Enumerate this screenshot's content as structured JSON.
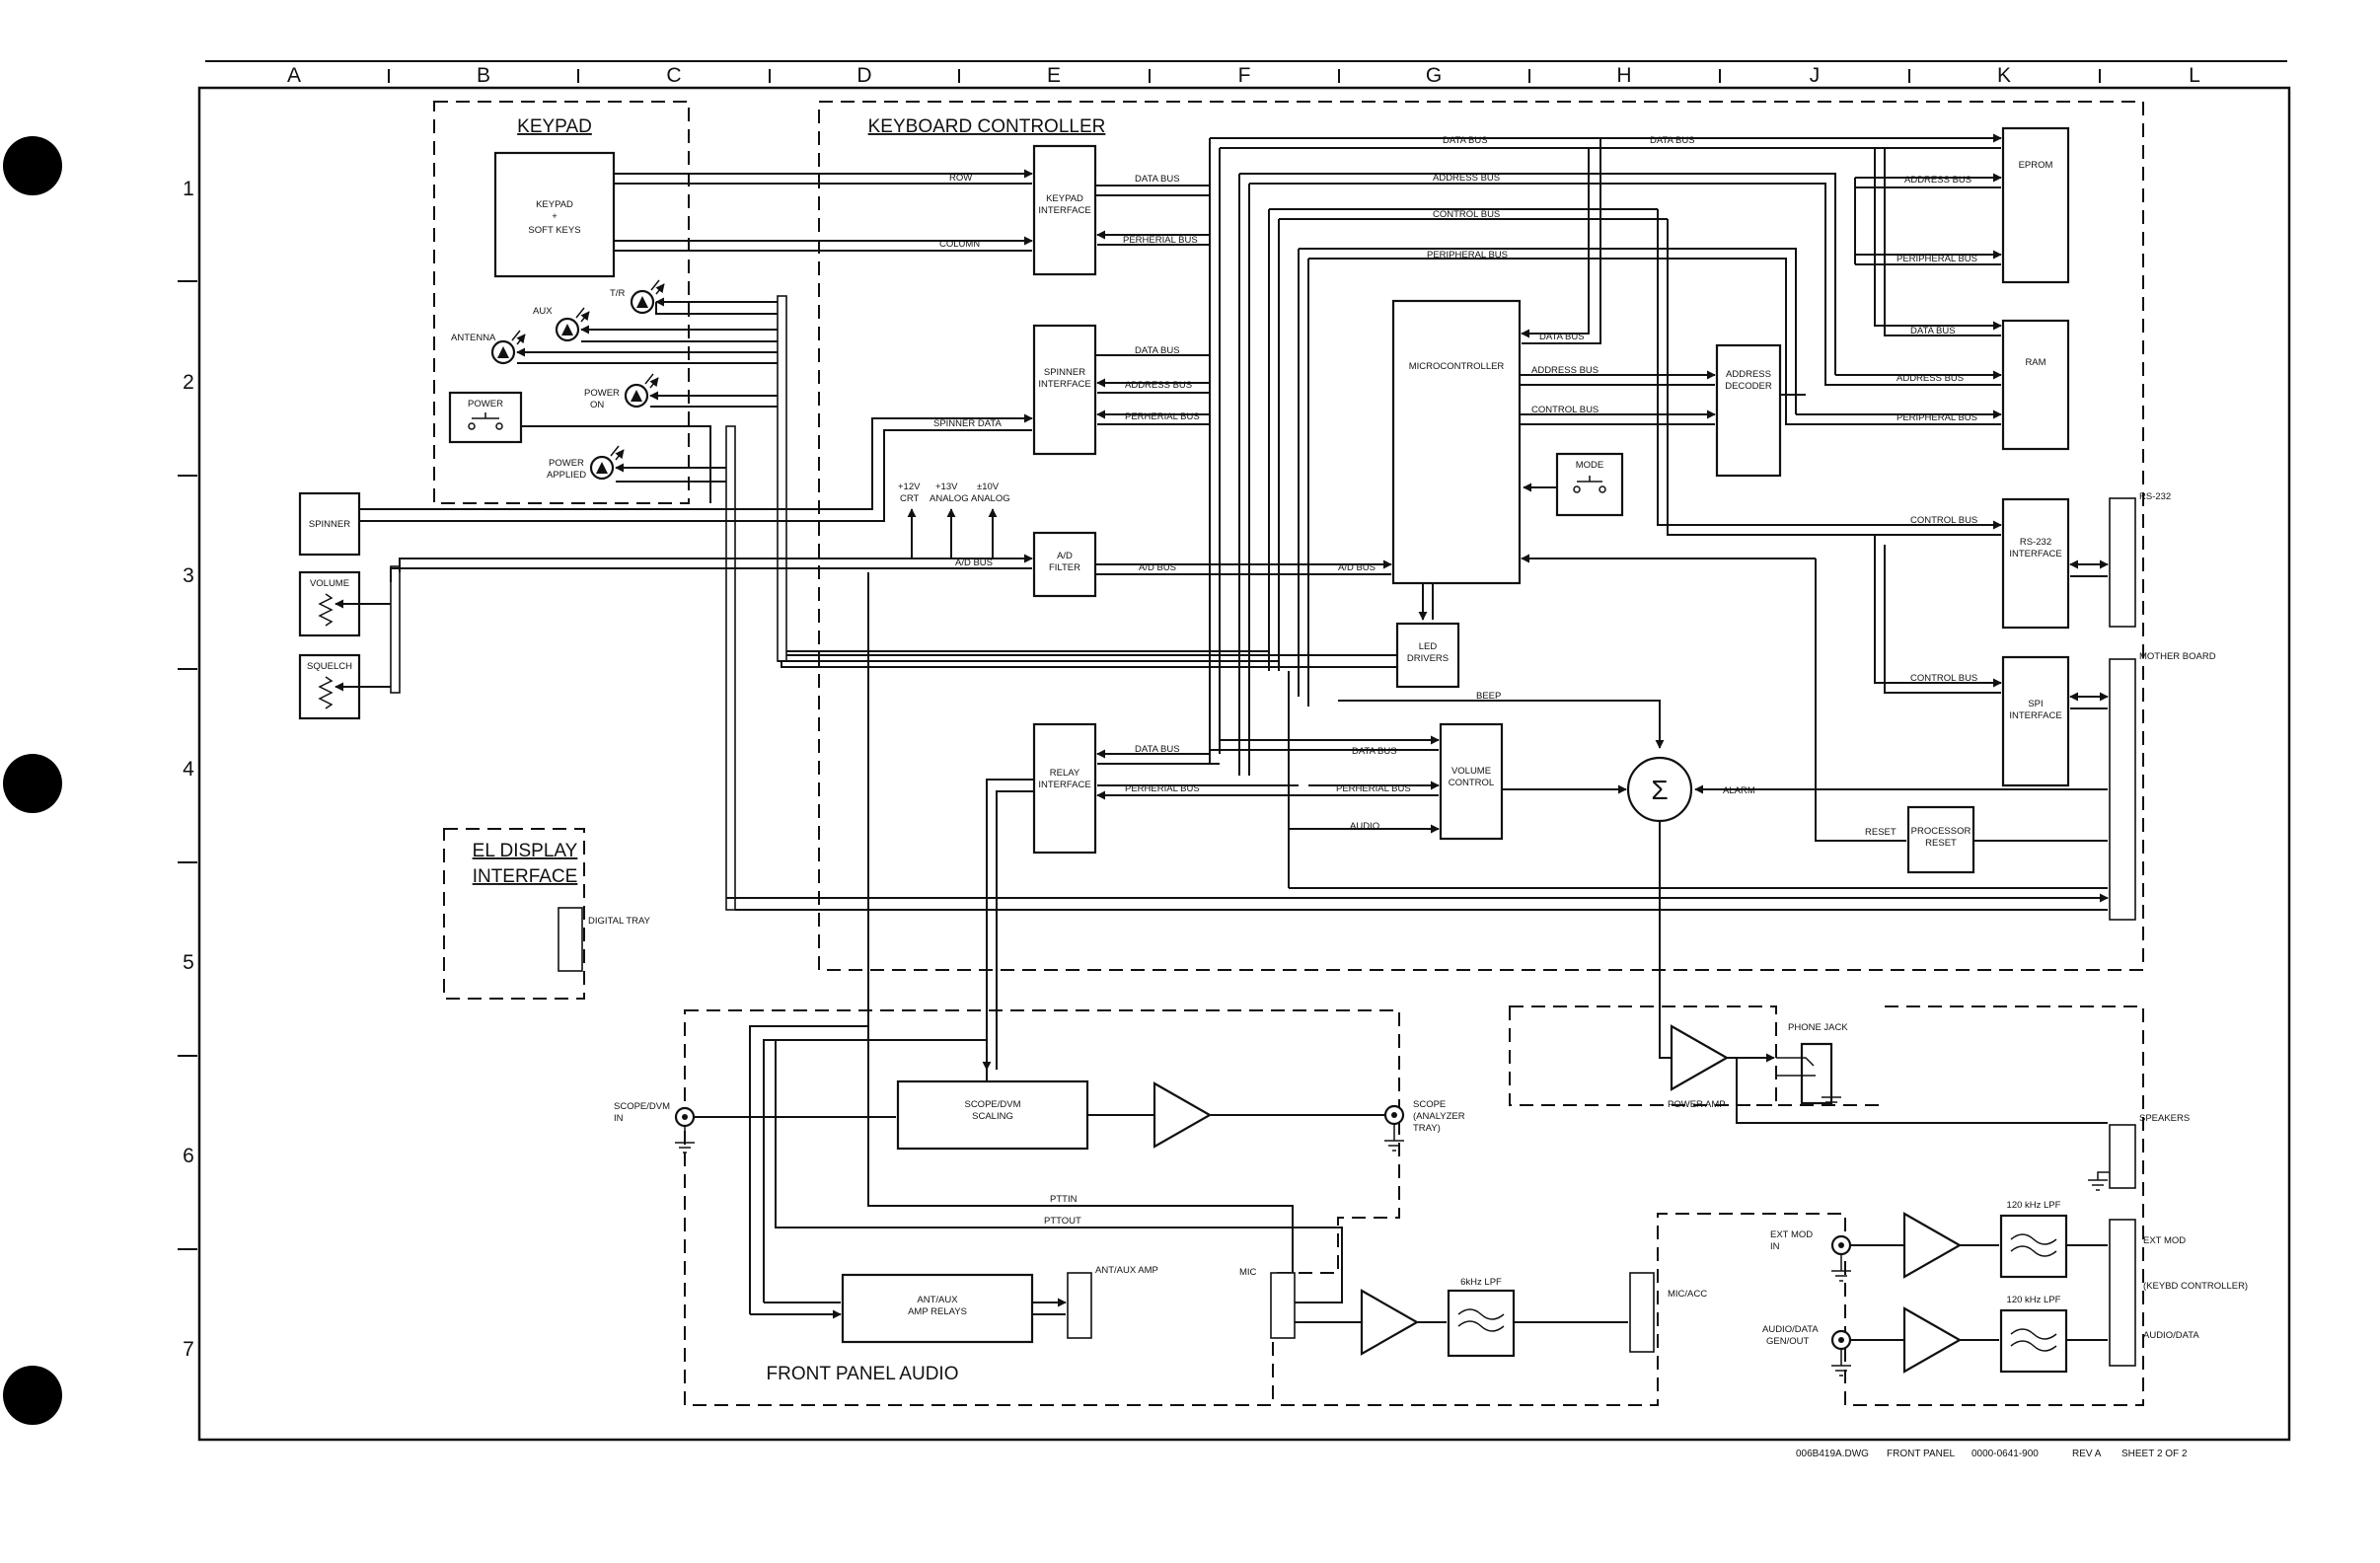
{
  "columns": [
    "A",
    "B",
    "C",
    "D",
    "E",
    "F",
    "G",
    "H",
    "J",
    "K",
    "L"
  ],
  "rows": [
    "1",
    "2",
    "3",
    "4",
    "5",
    "6",
    "7"
  ],
  "sections": {
    "keypad": "KEYPAD",
    "keyboard_controller": "KEYBOARD CONTROLLER",
    "el_display_1": "EL DISPLAY",
    "el_display_2": "INTERFACE",
    "front_panel_audio": "FRONT PANEL AUDIO"
  },
  "blocks": {
    "keypad_softkeys_1": "KEYPAD",
    "keypad_softkeys_2": "+",
    "keypad_softkeys_3": "SOFT KEYS",
    "keypad_interface_1": "KEYPAD",
    "keypad_interface_2": "INTERFACE",
    "spinner_interface_1": "SPINNER",
    "spinner_interface_2": "INTERFACE",
    "ad_filter_1": "A/D",
    "ad_filter_2": "FILTER",
    "relay_interface_1": "RELAY",
    "relay_interface_2": "INTERFACE",
    "microcontroller": "MICROCONTROLLER",
    "led_drivers_1": "LED",
    "led_drivers_2": "DRIVERS",
    "volume_control_1": "VOLUME",
    "volume_control_2": "CONTROL",
    "address_decoder_1": "ADDRESS",
    "address_decoder_2": "DECODER",
    "eprom": "EPROM",
    "ram": "RAM",
    "rs232_interface_1": "RS-232",
    "rs232_interface_2": "INTERFACE",
    "spi_interface_1": "SPI",
    "spi_interface_2": "INTERFACE",
    "processor_reset_1": "PROCESSOR",
    "processor_reset_2": "RESET",
    "mode": "MODE",
    "power_switch": "POWER",
    "spinner": "SPINNER",
    "volume": "VOLUME",
    "squelch": "SQUELCH",
    "scope_dvm_scaling_1": "SCOPE/DVM",
    "scope_dvm_scaling_2": "SCALING",
    "ant_aux_relays_1": "ANT/AUX",
    "ant_aux_relays_2": "AMP RELAYS",
    "lpf_6khz": "6kHz LPF",
    "lpf_120_1": "120 kHz LPF",
    "lpf_120_2": "120 kHz LPF"
  },
  "indicators": {
    "tr": "T/R",
    "aux": "AUX",
    "antenna": "ANTENNA",
    "power_on_1": "POWER",
    "power_on_2": "ON",
    "power_applied_1": "POWER",
    "power_applied_2": "APPLIED"
  },
  "signals": {
    "row": "ROW",
    "column": "COLUMN",
    "data_bus": "DATA BUS",
    "address_bus": "ADDRESS BUS",
    "control_bus": "CONTROL BUS",
    "peripheral_bus": "PERIPHERAL BUS",
    "perherial_bus": "PERHERIAL BUS",
    "spinner_data": "SPINNER DATA",
    "ad_bus": "A/D BUS",
    "v12_1": "+12V",
    "v12_2": "CRT",
    "v13_1": "+13V",
    "v13_2": "ANALOG",
    "v10_1": "±10V",
    "v10_2": "ANALOG",
    "beep": "BEEP",
    "audio": "AUDIO",
    "alarm": "ALARM",
    "reset": "RESET",
    "pttin": "PTTIN",
    "pttout": "PTTOUT",
    "ant_aux_amp": "ANT/AUX AMP",
    "mic": "MIC",
    "mic_acc": "MIC/ACC",
    "sigma": "Σ"
  },
  "connectors": {
    "rs232": "RS-232",
    "mother_board": "MOTHER BOARD",
    "digital_tray": "DIGITAL TRAY",
    "scope_dvm_in_1": "SCOPE/DVM",
    "scope_dvm_in_2": "IN",
    "scope_analyzer_1": "SCOPE",
    "scope_analyzer_2": "(ANALYZER",
    "scope_analyzer_3": "TRAY)",
    "phone_jack": "PHONE JACK",
    "power_amp": "POWER AMP",
    "speakers": "SPEAKERS",
    "ext_mod_in_1": "EXT MOD",
    "ext_mod_in_2": "IN",
    "audio_data_1": "AUDIO/DATA",
    "audio_data_2": "GEN/OUT",
    "ext_mod": "EXT MOD",
    "keybd_controller": "(KEYBD CONTROLLER)",
    "audio_data_out": "AUDIO/DATA"
  },
  "footer": {
    "file": "006B419A.DWG",
    "title": "FRONT PANEL",
    "part": "0000-0641-900",
    "rev": "REV A",
    "sheet": "SHEET 2 OF 2"
  }
}
